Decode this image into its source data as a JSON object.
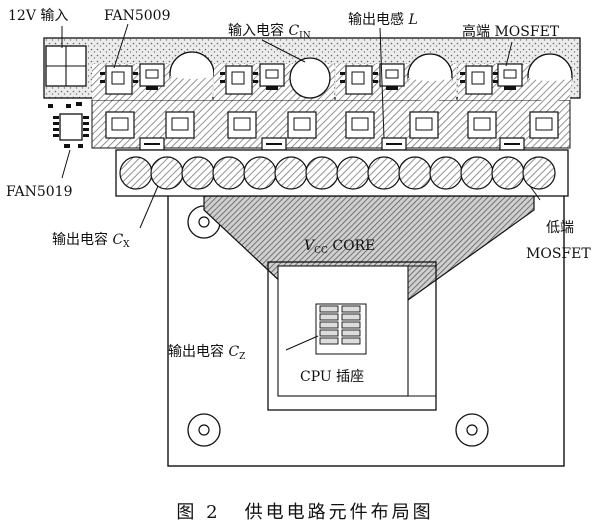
{
  "labels": {
    "input_12v": "12V 输入",
    "fan5009": "FAN5009",
    "input_cap_prefix": "输入电容 ",
    "input_cap_var": "C",
    "input_cap_sub": "IN",
    "output_inductor_prefix": "输出电感 ",
    "output_inductor_var": "L",
    "high_side_mosfet": "高端 MOSFET",
    "fan5019": "FAN5019",
    "output_cap_x_prefix": "输出电容 ",
    "output_cap_x_var": "C",
    "output_cap_x_sub": "X",
    "vcc_core_var": "V",
    "vcc_core_sub": "CC",
    "vcc_core_suffix": " CORE",
    "low_side_line1": "低端",
    "low_side_line2": "MOSFET",
    "output_cap_z_prefix": "输出电容 ",
    "output_cap_z_var": "C",
    "output_cap_z_sub": "Z",
    "cpu_socket": "CPU 插座"
  },
  "caption": {
    "figure_number": "图 2",
    "title": "供电电路元件布局图"
  },
  "colors": {
    "ink": "#111111",
    "hatch": "#8a8a8a",
    "stipple": "#b8b8b8",
    "background": "#ffffff"
  }
}
